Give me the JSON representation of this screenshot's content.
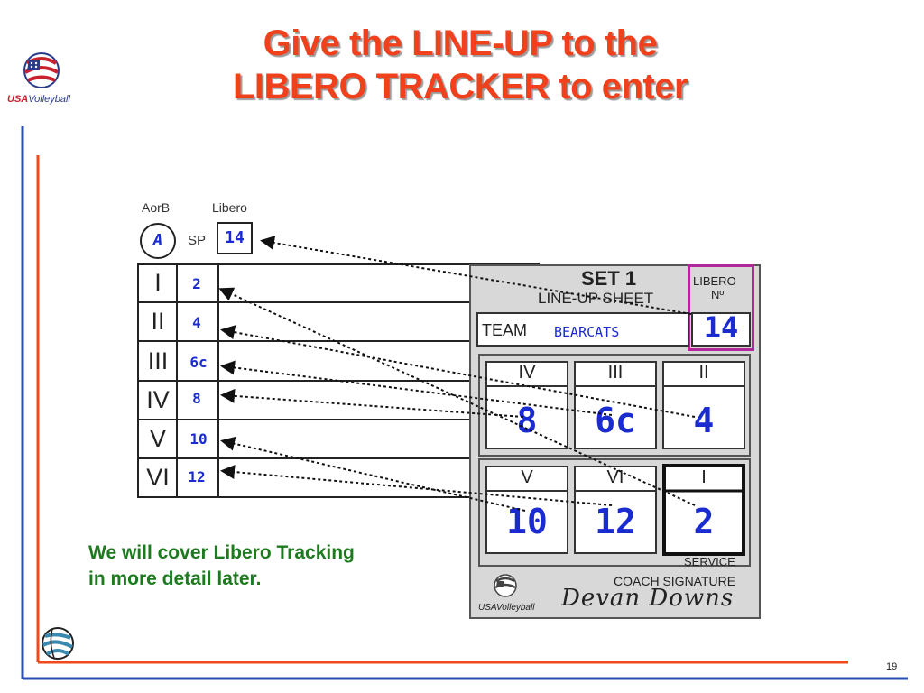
{
  "slide": {
    "title_line1": "Give the LINE-UP to the",
    "title_line2": "LIBERO TRACKER to enter",
    "note_line1": "We will cover Libero Tracking",
    "note_line2": "in more detail later.",
    "page_number": "19"
  },
  "logo": {
    "brand_usa": "USA",
    "brand_rest": "Volleyball"
  },
  "scoresheet": {
    "aorb_label": "AorB",
    "libero_label": "Libero",
    "team_letter": "A",
    "sp_label": "SP",
    "libero_number": "14",
    "rows": [
      {
        "roman": "I",
        "player": "2"
      },
      {
        "roman": "II",
        "player": "4"
      },
      {
        "roman": "III",
        "player": "6c"
      },
      {
        "roman": "IV",
        "player": "8"
      },
      {
        "roman": "V",
        "player": "10"
      },
      {
        "roman": "VI",
        "player": "12"
      }
    ]
  },
  "lineup_sheet": {
    "set_label": "SET 1",
    "sheet_label": "LINE-UP SHEET",
    "libero_label_1": "LIBERO",
    "libero_label_2": "Nº",
    "libero_number": "14",
    "team_label": "TEAM",
    "team_name": "BEARCATS",
    "positions": [
      {
        "roman": "IV",
        "player": "8"
      },
      {
        "roman": "III",
        "player": "6c"
      },
      {
        "roman": "II",
        "player": "4"
      },
      {
        "roman": "V",
        "player": "10"
      },
      {
        "roman": "VI",
        "player": "12"
      },
      {
        "roman": "I",
        "player": "2"
      }
    ],
    "service_label": "SERVICE",
    "coach_signature_label": "COACH SIGNATURE",
    "signature": "Devan Downs",
    "footer_logo": "USAVolleyball"
  },
  "colors": {
    "title": "#f0401c",
    "note": "#1e7a1e",
    "handwriting": "#1a2bd0",
    "libero_box": "#b0289a",
    "rule_blue": "#2a4db5",
    "rule_orange": "#f04a1c"
  }
}
